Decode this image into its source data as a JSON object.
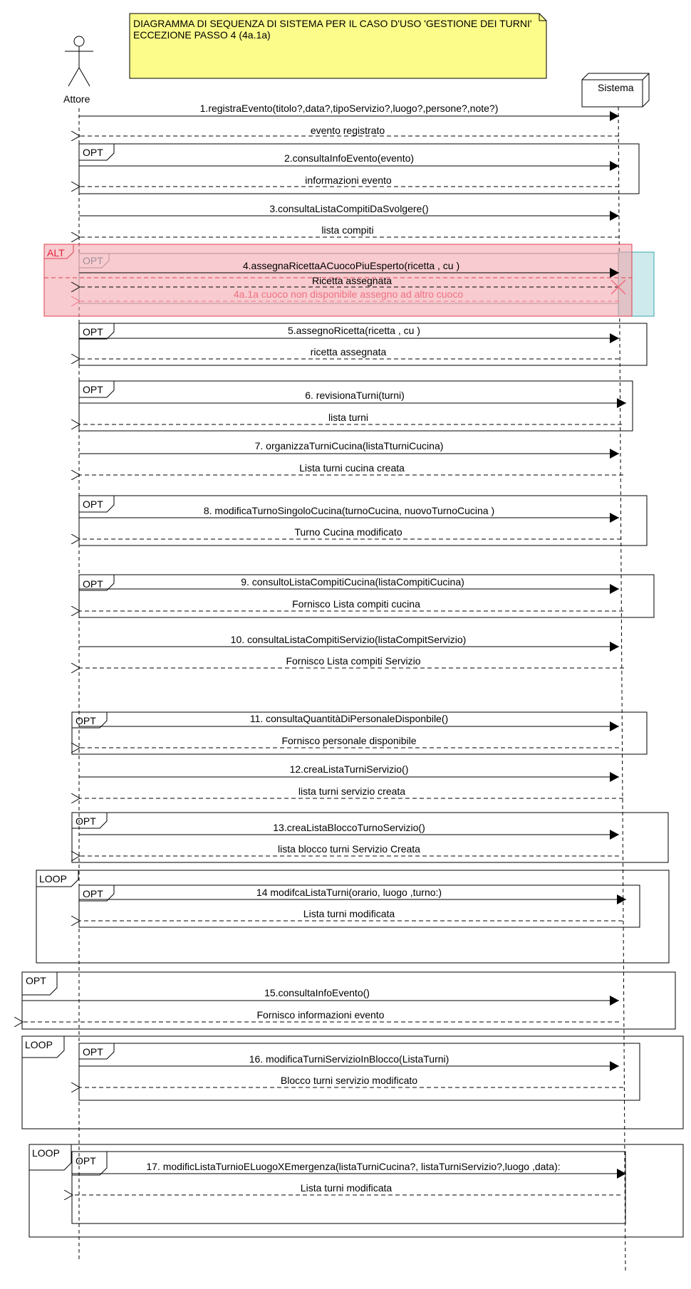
{
  "note": {
    "line1": "DIAGRAMMA DI SEQUENZA DI SISTEMA PER IL CASO D'USO 'GESTIONE DEI TURNI'",
    "line2": "ECCEZIONE PASSO 4 (4a.1a)"
  },
  "actor": {
    "label": "Attore"
  },
  "system": {
    "label": "Sistema"
  },
  "frames": {
    "opt": "OPT",
    "alt": "ALT",
    "loop": "LOOP"
  },
  "messages": {
    "m1": "1.registraEvento(titolo?,data?,tipoServizio?,luogo?,persone?,note?)",
    "r1": "evento registrato",
    "m2": "2.consultaInfoEvento(evento)",
    "r2": "informazioni evento",
    "m3": "3.consultaListaCompitiDaSvolgere()",
    "r3": "lista compiti",
    "m4": "4.assegnaRicettaACuocoPiuEsperto(ricetta , cu )",
    "r4": "Ricetta assegnata",
    "r4a": "4a.1a cuoco non disponibile assegno ad altro cuoco",
    "m5": "5.assegnoRicetta(ricetta  , cu )",
    "r5": "ricetta assegnata",
    "m6": "6. revisionaTurni(turni)",
    "r6": "lista turni",
    "m7": "7. organizzaTurniCucina(listaTturniCucina)",
    "r7": "Lista turni cucina creata",
    "m8": "8. modificaTurnoSingoloCucina(turnoCucina, nuovoTurnoCucina )",
    "r8": "Turno Cucina modificato",
    "m9": "9.  consultoListaCompitiCucina(listaCompitiCucina)",
    "r9": "Fornisco Lista compiti cucina",
    "m10": "10. consultaListaCompitiServizio(listaCompitServizio)",
    "r10": "Fornisco Lista compiti Servizio",
    "m11": "11. consultaQuantitàDiPersonaleDisponbile()",
    "r11": "Fornisco personale disponibile",
    "m12": "12.creaListaTurniServizio()",
    "r12": "lista turni servizio creata",
    "m13": "13.creaListaBloccoTurnoServizio()",
    "r13": "lista blocco turni Servizio Creata",
    "m14": "14 modifcaListaTurni(orario, luogo ,turno:)",
    "r14": "Lista turni modificata",
    "m15": "15.consultaInfoEvento()",
    "r15": "Fornisco informazioni evento",
    "m16": "16. modificaTurniServizioInBlocco(ListaTurni)",
    "r16": "Blocco turni servizio modificato",
    "m17": "17. modificListaTurnioELuogoXEmergenza(listaTurniCucina?, listaTurniServizio?,luogo ,data):",
    "r17": "Lista turni modificata"
  },
  "colors": {
    "note_fill": "#fcfc8a",
    "alt_fill": "#f0a0a8",
    "alt_border": "#e04050",
    "alt_text": "#e0203a",
    "teal_fill": "#cfeaec",
    "teal_border": "#3aa7b0",
    "exception_text": "#f07080"
  }
}
